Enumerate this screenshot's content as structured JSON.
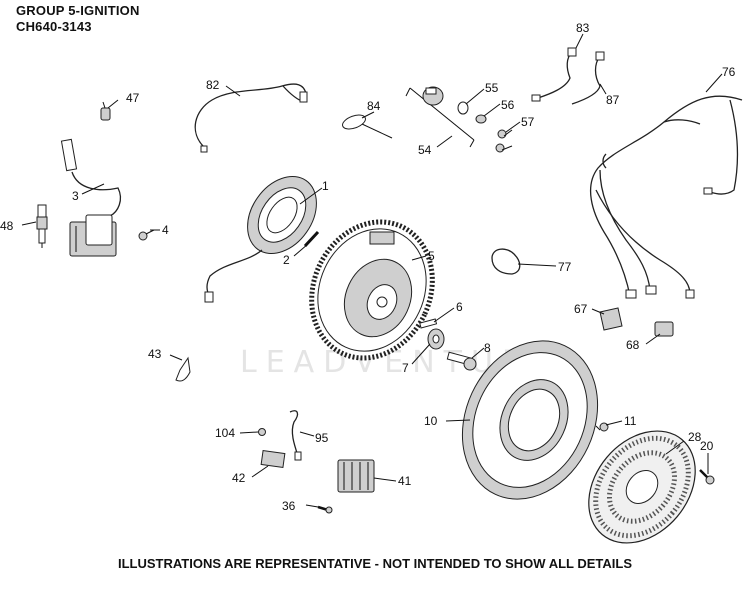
{
  "header": {
    "title": "GROUP 5-IGNITION",
    "model": "CH640-3143"
  },
  "footer": {
    "disclaimer": "ILLUSTRATIONS ARE REPRESENTATIVE - NOT INTENDED TO SHOW ALL DETAILS"
  },
  "watermark": "LEADVENTURE",
  "callouts": {
    "c1": "1",
    "c2": "2",
    "c3": "3",
    "c4": "4",
    "c5": "5",
    "c6": "6",
    "c7": "7",
    "c8": "8",
    "c10": "10",
    "c11": "11",
    "c20": "20",
    "c28": "28",
    "c36": "36",
    "c41": "41",
    "c42": "42",
    "c43": "43",
    "c47": "47",
    "c48": "48",
    "c54": "54",
    "c55": "55",
    "c56": "56",
    "c57": "57",
    "c67": "67",
    "c68": "68",
    "c76": "76",
    "c77": "77",
    "c82": "82",
    "c83": "83",
    "c84": "84",
    "c87": "87",
    "c95": "95",
    "c104": "104"
  }
}
